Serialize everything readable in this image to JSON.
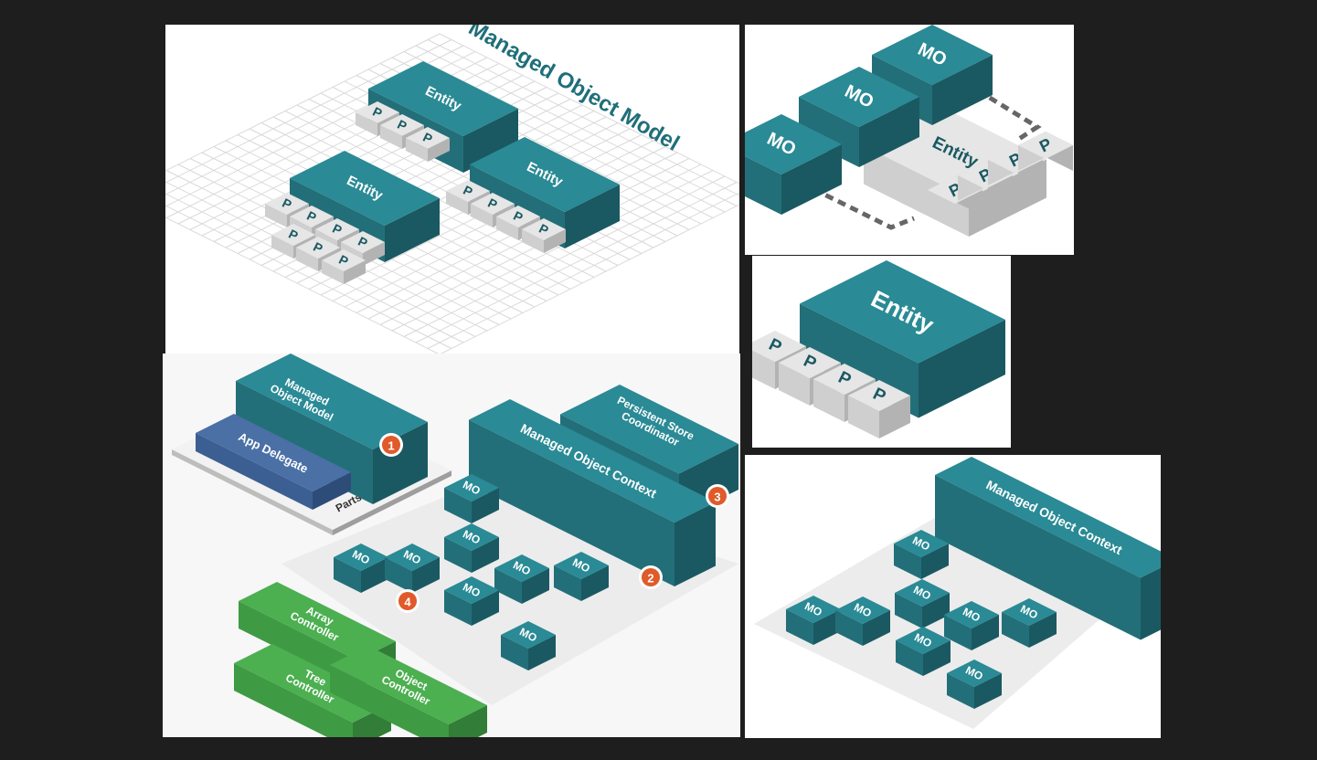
{
  "labels": {
    "managed_object_model_title": "Managed Object Model",
    "entity": "Entity",
    "property": "P",
    "managed_object": "MO",
    "managed_object_model_box": [
      "Managed",
      "Object Model"
    ],
    "app_delegate": "App Delegate",
    "parts_you_define": "Parts You Define",
    "persistent_store_coordinator": [
      "Persistent Store",
      "Coordinator"
    ],
    "managed_object_context": "Managed Object Context",
    "array_controller": [
      "Array",
      "Controller"
    ],
    "tree_controller": [
      "Tree",
      "Controller"
    ],
    "object_controller": [
      "Object",
      "Controller"
    ]
  },
  "badges": [
    "1",
    "2",
    "3",
    "4"
  ],
  "colors": {
    "teal_top": "#2a8a95",
    "teal_left": "#236f79",
    "teal_right": "#1a5962",
    "grey_top": "#e6e6e6",
    "grey_left": "#cfcfcf",
    "grey_right": "#b3b3b3",
    "blue_top": "#4a70a6",
    "green_top": "#4caf50",
    "badge": "#e05a2a",
    "background": "#1e1e1e"
  }
}
